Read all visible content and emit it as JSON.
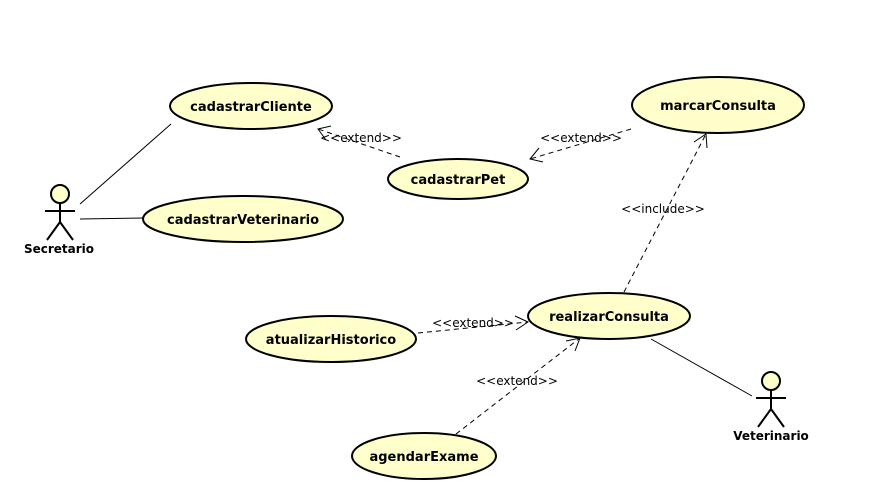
{
  "actors": {
    "secretario": {
      "label": "Secretario"
    },
    "veterinario": {
      "label": "Veterinario"
    }
  },
  "use_cases": {
    "cadastrar_cliente": "cadastrarCliente",
    "cadastrar_veterinario": "cadastrarVeterinario",
    "cadastrar_pet": "cadastrarPet",
    "marcar_consulta": "marcarConsulta",
    "realizar_consulta": "realizarConsulta",
    "atualizar_historico": "atualizarHistorico",
    "agendar_exame": "agendarExame"
  },
  "relations": {
    "pet_extends_cliente": "<<extend>>",
    "marcar_extends_pet": "<<extend>>",
    "realizar_includes_marcar": "<<include>>",
    "atualizar_extends_realizar": "<<extend>>",
    "agendar_extends_realizar": "<<extend>>"
  },
  "colors": {
    "usecase_fill": "#ffffcc",
    "stroke": "#000000"
  }
}
